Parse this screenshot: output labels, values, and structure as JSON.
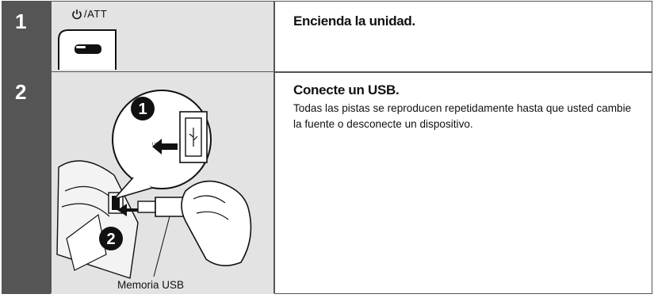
{
  "steps": [
    {
      "number": "1",
      "button_label": "/ATT",
      "button_icon": "power-icon",
      "title": "Encienda la unidad.",
      "body": ""
    },
    {
      "number": "2",
      "title": "Conecte un USB.",
      "body": "Todas las pistas se reproducen repetidamente hasta que usted cambie la fuente o desconecte un dispositivo.",
      "illustration": {
        "callout_1": "1",
        "callout_2": "2",
        "port_label": "USB",
        "caption": "Memoria USB"
      }
    }
  ],
  "colors": {
    "number_bg": "#555555",
    "panel_bg": "#e3e3e3",
    "rule": "#555555"
  }
}
